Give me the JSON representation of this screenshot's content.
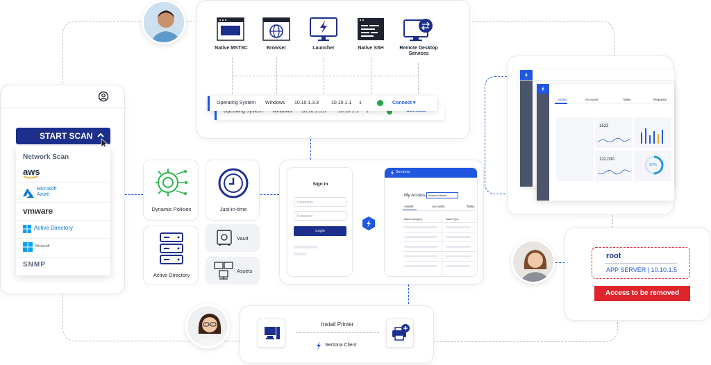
{
  "left_panel": {
    "start_scan_label": "START SCAN",
    "network_scan_title": "Network Scan",
    "providers": [
      "aws",
      "Microsoft Azure",
      "vmware",
      "Active Directory",
      "Microsoft",
      "SNMP"
    ]
  },
  "clients": [
    {
      "label": "Native MSTSC"
    },
    {
      "label": "Browser"
    },
    {
      "label": "Launcher"
    },
    {
      "label": "Native SSH"
    },
    {
      "label": "Remote Desktop Services"
    }
  ],
  "connection_row": {
    "os_label": "Operating System",
    "os_value": "Windows",
    "ip_1": "10.10.1.3.3",
    "ip_2": "10.10.1.1",
    "count": "1",
    "connect_label": "Connect"
  },
  "connection_row_back": {
    "os_label": "Operating System",
    "os_value": "Windows",
    "ip_1": "10.10.1.3.3",
    "ip_2": "10.10.1.1",
    "count": "1",
    "connect_label": "Connect"
  },
  "features": {
    "dynamic_policies": "Dynamic Policies",
    "just_in_time": "Just-in-time",
    "active_directory": "Active Directory",
    "vault": "Vault",
    "assets": "Assets"
  },
  "signin": {
    "title": "Sign in",
    "username_placeholder": "Username",
    "password_placeholder": "Password",
    "login_label": "Login"
  },
  "access_panel": {
    "brand": "Sectona",
    "title": "My Access",
    "select_value": "Instance Default",
    "tabs": [
      "Assets",
      "Accounts",
      "Tasks"
    ],
    "col_1": "Asset Category",
    "col_2": "Asset Type"
  },
  "dashboard": {
    "tabs": [
      "Assets",
      "Accounts",
      "Tasks",
      "Requests"
    ],
    "metric_1": "1523",
    "metric_2": "122,030",
    "gauge_value": "50%"
  },
  "alert": {
    "user": "root",
    "server_line": "APP SERVER | 10.10.1.5",
    "banner": "Access to be removed"
  },
  "bottom_panel": {
    "title": "Install Printer",
    "client_label": "Sectona Client"
  },
  "colors": {
    "brand_blue": "#1d2f8c",
    "link_blue": "#1f57e0",
    "green": "#28a745",
    "red": "#e0242b"
  }
}
